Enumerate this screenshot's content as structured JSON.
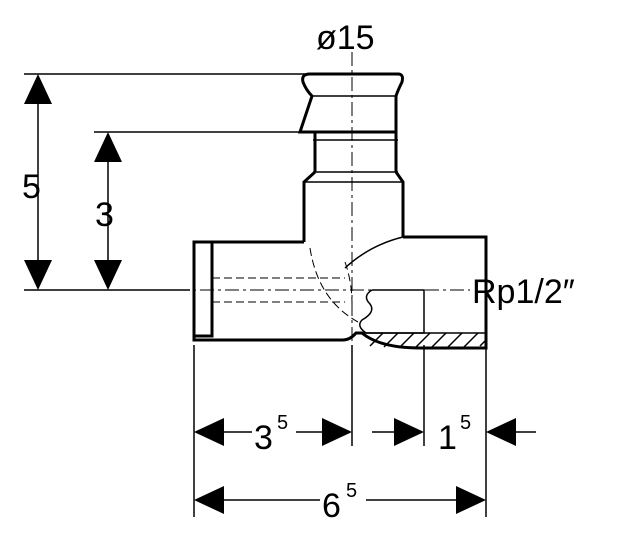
{
  "diagram": {
    "outlet_diameter": "ø15",
    "thread_label": "Rp1/2″",
    "height_total": "5",
    "height_branch": "3",
    "dim_left_base": "3",
    "dim_left_exp": "5",
    "dim_right_base": "1",
    "dim_right_exp": "5",
    "dim_total_base": "6",
    "dim_total_exp": "5"
  }
}
